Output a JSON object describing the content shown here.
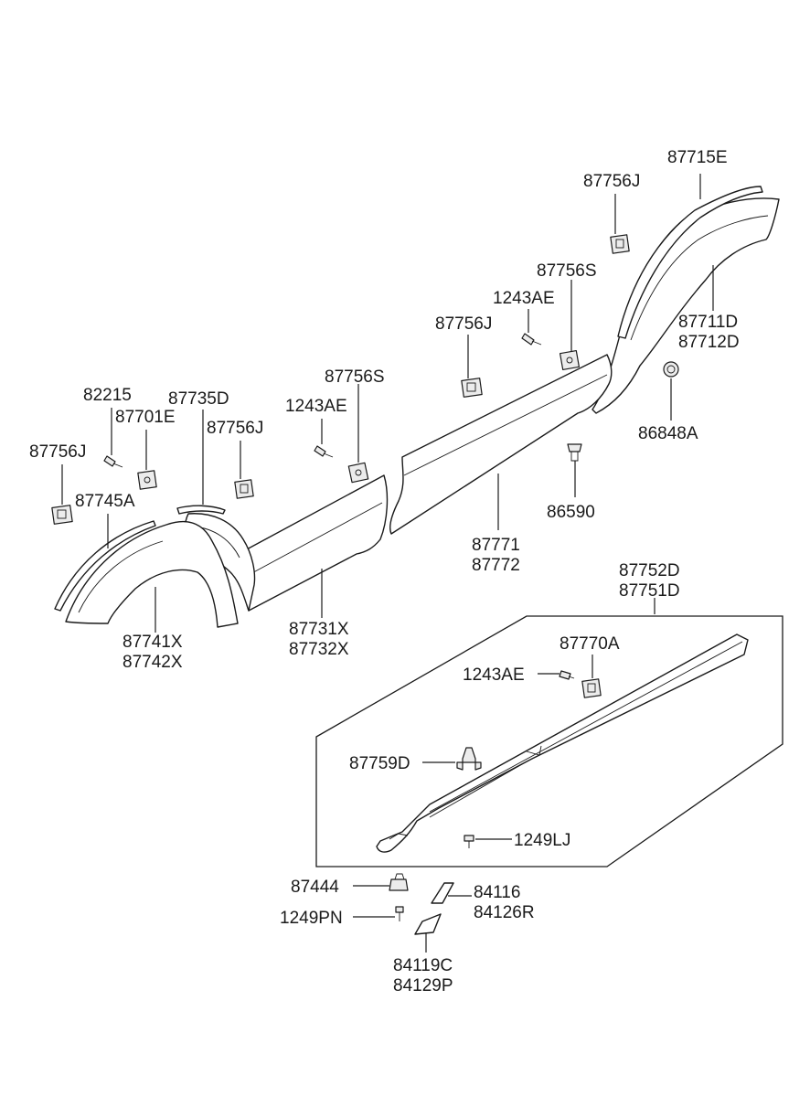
{
  "diagram": {
    "labels": {
      "p87715E": "87715E",
      "p87756J_a": "87756J",
      "p87756S_a": "87756S",
      "p1243AE_a": "1243AE",
      "p87756J_b": "87756J",
      "p87711D": "87711D",
      "p87712D": "87712D",
      "p87756S_b": "87756S",
      "p1243AE_b": "1243AE",
      "p82215": "82215",
      "p87735D": "87735D",
      "p87701E": "87701E",
      "p87756J_c": "87756J",
      "p86848A": "86848A",
      "p87756J_d": "87756J",
      "p87745A": "87745A",
      "p86590": "86590",
      "p87771": "87771",
      "p87772": "87772",
      "p87752D": "87752D",
      "p87751D": "87751D",
      "p87731X": "87731X",
      "p87732X": "87732X",
      "p87741X": "87741X",
      "p87742X": "87742X",
      "p87770A": "87770A",
      "p1243AE_c": "1243AE",
      "p87759D": "87759D",
      "p1249LJ": "1249LJ",
      "p87444": "87444",
      "p84116": "84116",
      "p84126R": "84126R",
      "p1249PN": "1249PN",
      "p84119C": "84119C",
      "p84129P": "84129P"
    }
  }
}
